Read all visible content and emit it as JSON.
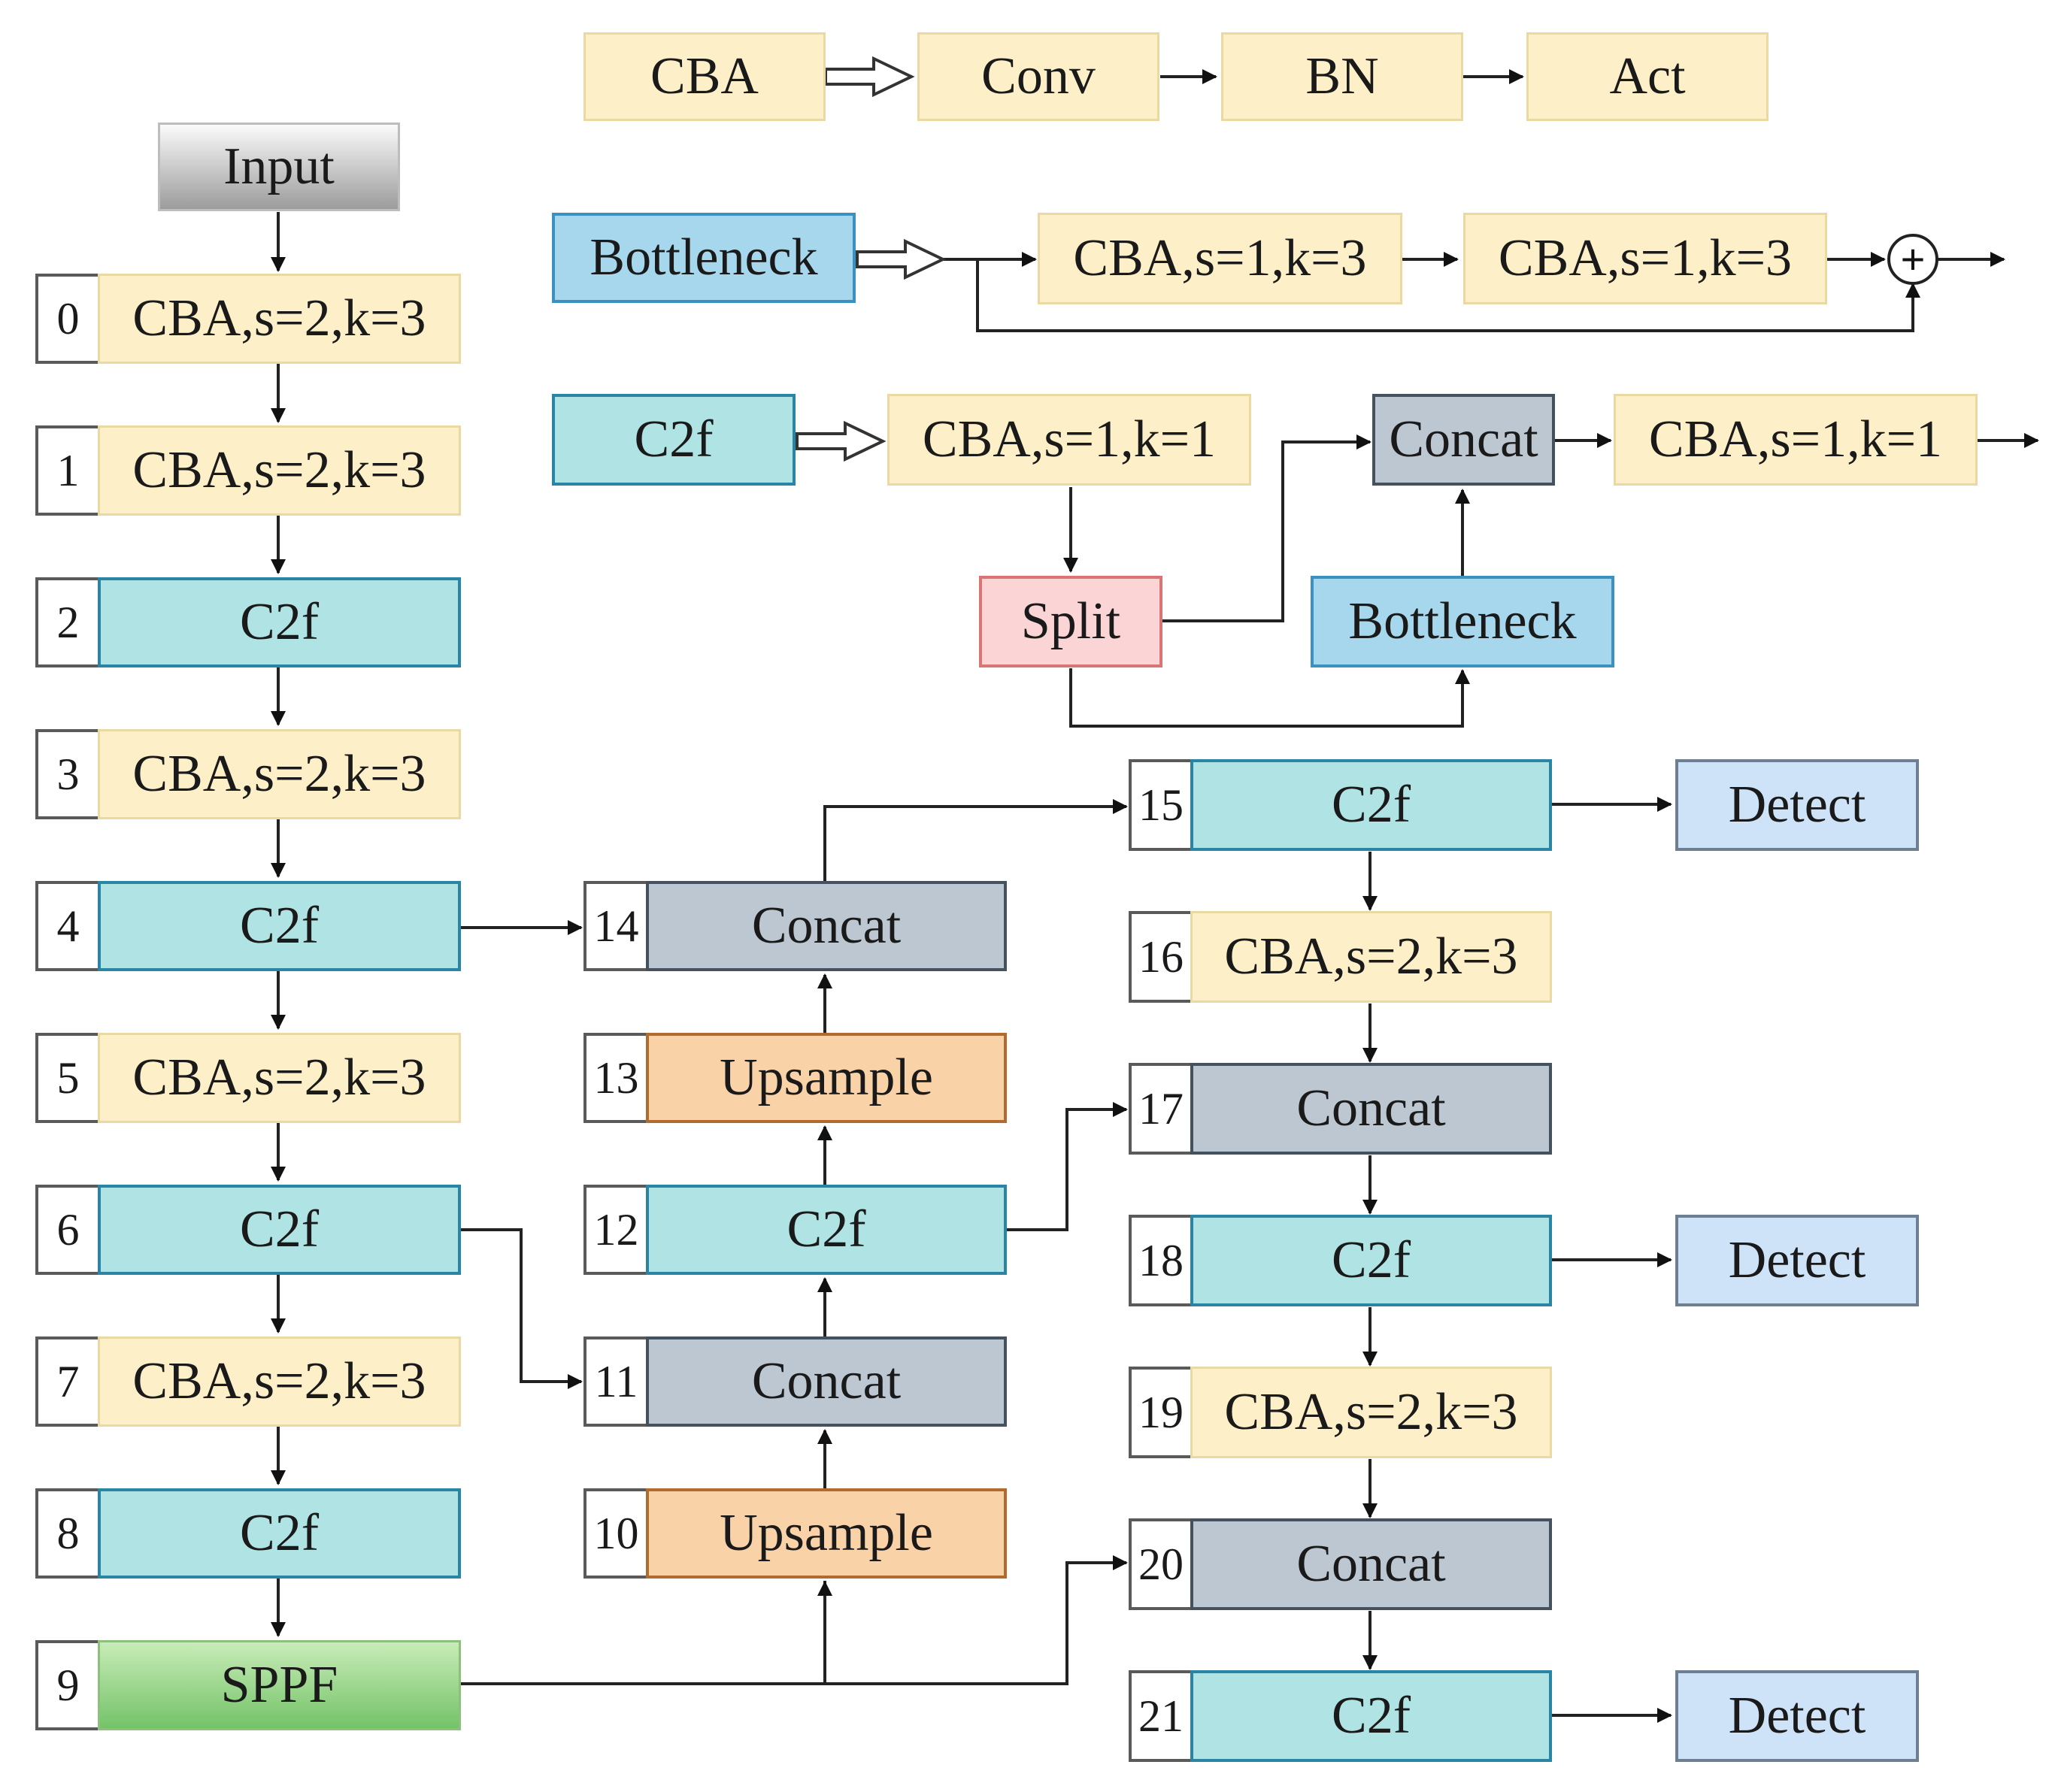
{
  "legend": {
    "cba": {
      "name": "CBA",
      "parts": [
        "Conv",
        "BN",
        "Act"
      ]
    },
    "bottleneck": {
      "name": "Bottleneck",
      "parts": [
        "CBA,s=1,k=3",
        "CBA,s=1,k=3"
      ],
      "add_symbol": "+"
    },
    "c2f": {
      "name": "C2f",
      "first": "CBA,s=1,k=1",
      "split": "Split",
      "bottleneck": "Bottleneck",
      "concat": "Concat",
      "last": "CBA,s=1,k=1"
    }
  },
  "input_label": "Input",
  "layers": [
    {
      "id": "0",
      "label": "CBA,s=2,k=3"
    },
    {
      "id": "1",
      "label": "CBA,s=2,k=3"
    },
    {
      "id": "2",
      "label": "C2f"
    },
    {
      "id": "3",
      "label": "CBA,s=2,k=3"
    },
    {
      "id": "4",
      "label": "C2f"
    },
    {
      "id": "5",
      "label": "CBA,s=2,k=3"
    },
    {
      "id": "6",
      "label": "C2f"
    },
    {
      "id": "7",
      "label": "CBA,s=2,k=3"
    },
    {
      "id": "8",
      "label": "C2f"
    },
    {
      "id": "9",
      "label": "SPPF"
    },
    {
      "id": "10",
      "label": "Upsample"
    },
    {
      "id": "11",
      "label": "Concat"
    },
    {
      "id": "12",
      "label": "C2f"
    },
    {
      "id": "13",
      "label": "Upsample"
    },
    {
      "id": "14",
      "label": "Concat"
    },
    {
      "id": "15",
      "label": "C2f"
    },
    {
      "id": "16",
      "label": "CBA,s=2,k=3"
    },
    {
      "id": "17",
      "label": "Concat"
    },
    {
      "id": "18",
      "label": "C2f"
    },
    {
      "id": "19",
      "label": "CBA,s=2,k=3"
    },
    {
      "id": "20",
      "label": "Concat"
    },
    {
      "id": "21",
      "label": "C2f"
    }
  ],
  "detect": [
    "Detect",
    "Detect",
    "Detect"
  ],
  "colors": {
    "cba": "#fdf0c8",
    "c2f": "#b0e3e4",
    "concat": "#bcc7d2",
    "upsample": "#fad2a8",
    "sppf": "#8fd07f",
    "bottleneck": "#a6d7ec",
    "split": "#fbd5d5",
    "detect": "#cfe3f8",
    "input": "#c9c9c9"
  }
}
